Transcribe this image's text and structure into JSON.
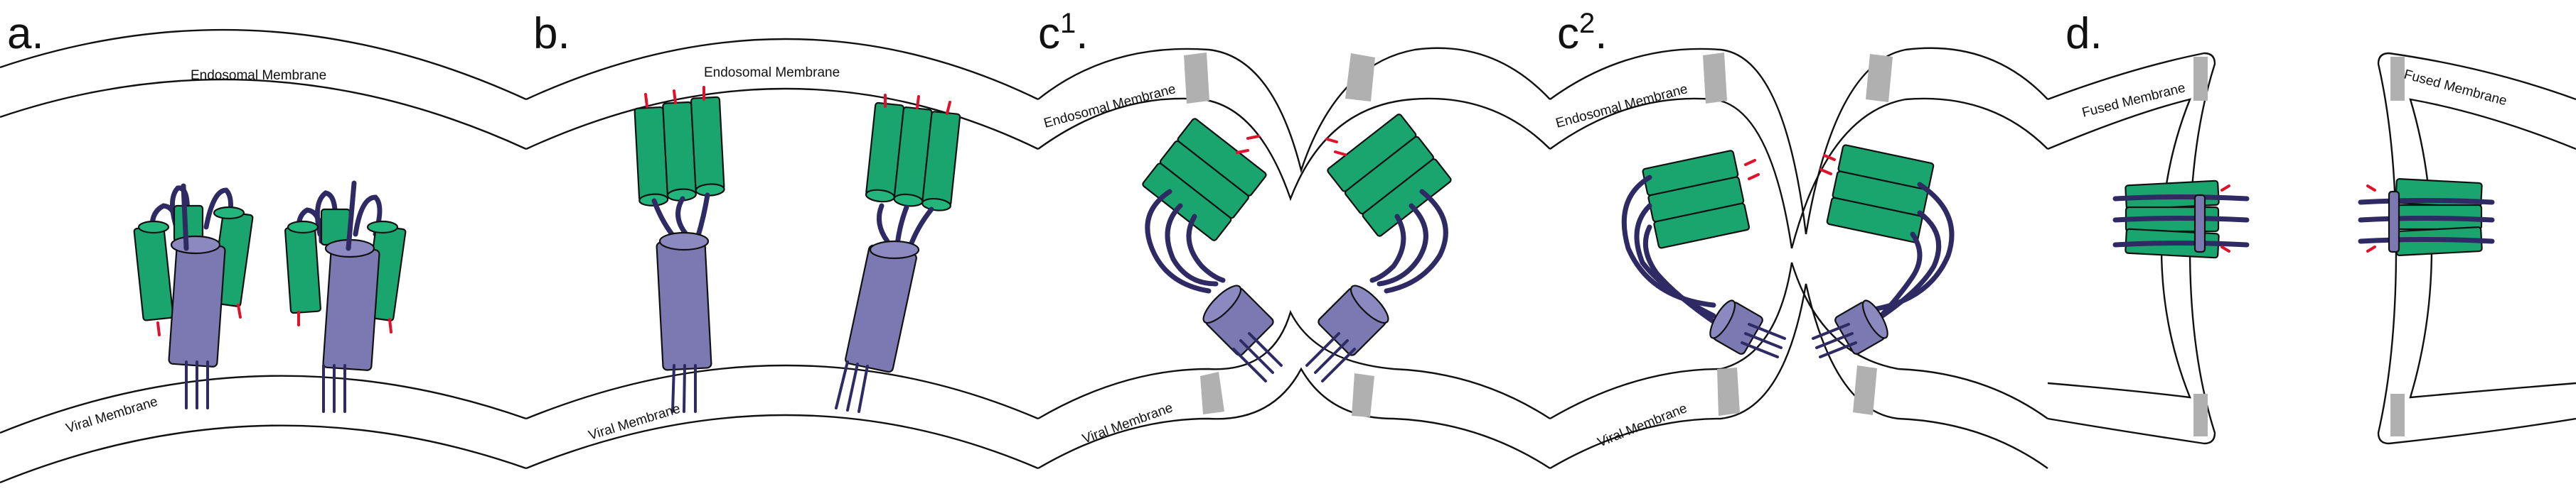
{
  "panels": [
    {
      "id": "a",
      "label": "a.",
      "sup": "",
      "endosomal": "Endosomal Membrane",
      "viral": "Viral Membrane"
    },
    {
      "id": "b",
      "label": "b.",
      "sup": "",
      "endosomal": "Endosomal Membrane",
      "viral": "Viral Membrane"
    },
    {
      "id": "c1",
      "label": "c",
      "sup": "1",
      "endosomal": "Endosomal Membrane",
      "viral": "Viral Membrane"
    },
    {
      "id": "c2",
      "label": "c",
      "sup": "2",
      "endosomal": "Endosomal Membrane",
      "viral": "Viral Membrane"
    },
    {
      "id": "d",
      "label": "d.",
      "sup": "",
      "fused_left": "Fused Membrane",
      "fused_right": "Fused Membrane"
    }
  ],
  "sup_suffix": ".",
  "colors": {
    "fusion_helix_green": "#1aa56f",
    "core_purple": "#7b78b2",
    "linker_dark_purple": "#2f2a63",
    "fusion_loop_red": "#e0122b",
    "membrane_patch_grey": "#b0b0b0"
  }
}
